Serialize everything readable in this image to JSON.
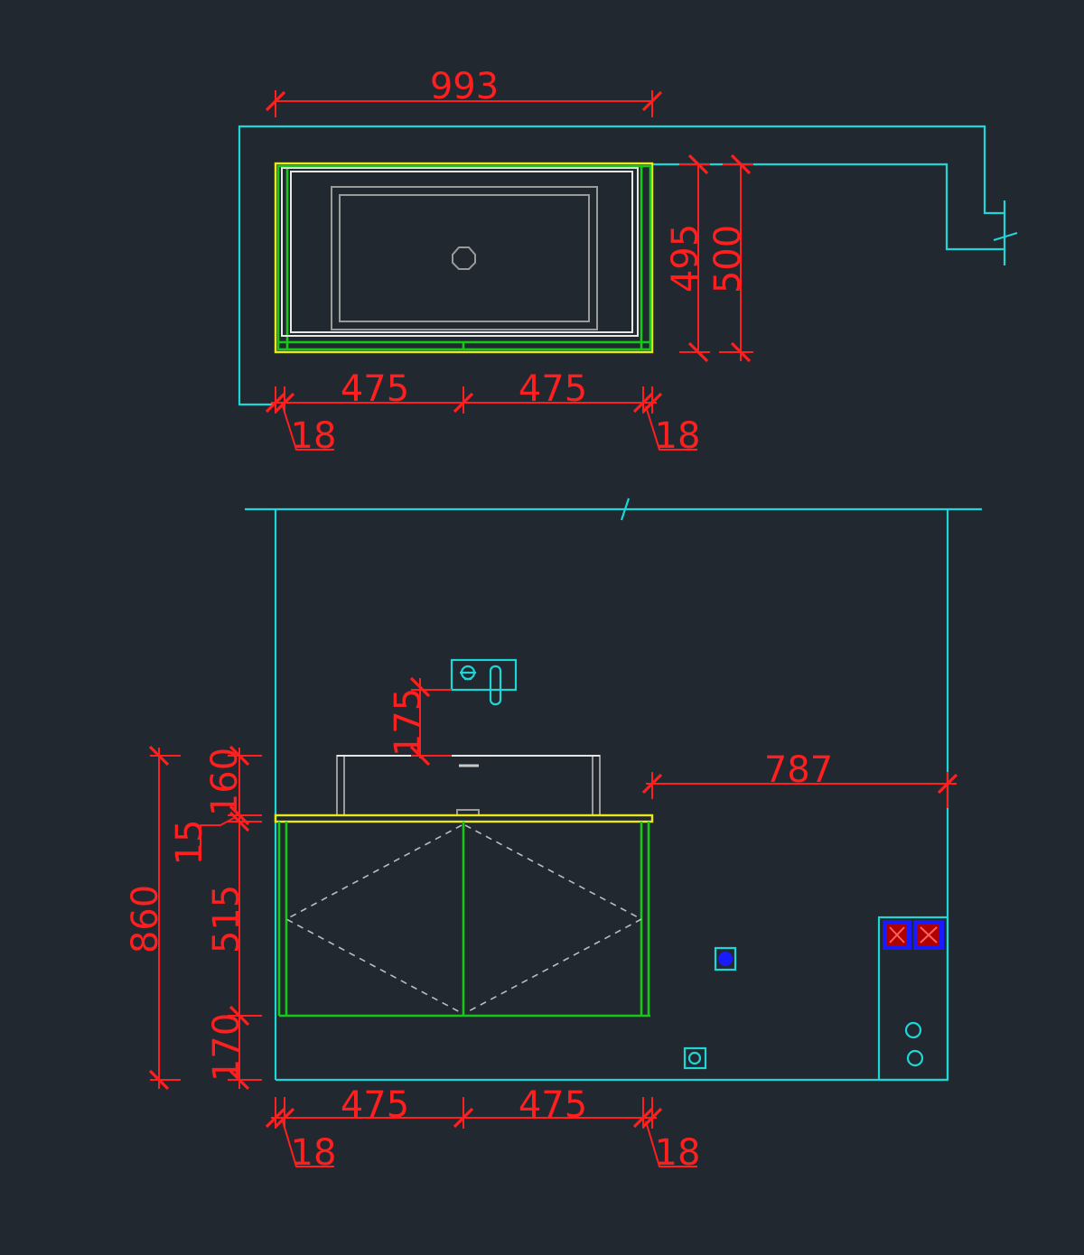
{
  "colors": {
    "background": "#212830",
    "wall": "#1fd6d6",
    "dimension": "#ff1f1f",
    "countertop": "#e8e81a",
    "cabinet": "#18c818",
    "sink": "#9a9a9a",
    "outlet_fill": "#b00000",
    "outlet_frame": "#1a1aff"
  },
  "plan_view": {
    "overall_width": "993",
    "depth_inner": "495",
    "depth_outer": "500",
    "bay_left": "475",
    "bay_right": "475",
    "panel_left": "18",
    "panel_right": "18"
  },
  "elevation_view": {
    "total_height": "860",
    "basin_height": "160",
    "top_thickness": "15",
    "cabinet_height": "515",
    "plinth_height": "170",
    "faucet_above_basin": "175",
    "side_clearance": "787",
    "bay_left": "475",
    "bay_right": "475",
    "panel_left": "18",
    "panel_right": "18"
  }
}
